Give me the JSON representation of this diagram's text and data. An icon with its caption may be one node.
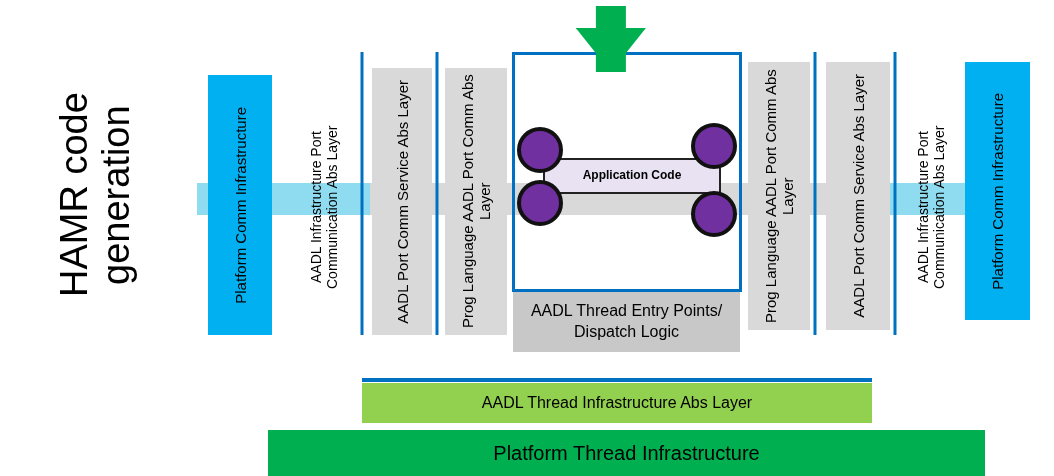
{
  "diagram": {
    "nodes": [
      {
        "text": [
          "Platform Comm Infrastructure"
        ]
      },
      {
        "text": [
          "AADL Port Comm Service Abs Layer"
        ]
      },
      {
        "text": [
          "Prog Language AADL Port Comm Abs Layer"
        ]
      },
      {
        "text": [],
        "shape": "box"
      },
      {
        "text": [
          "Application Code"
        ],
        "in": 3
      },
      {
        "text": [],
        "shape": "circle",
        "in": 3
      },
      {
        "text": [],
        "shape": "circle",
        "in": 3
      },
      {
        "text": [],
        "shape": "circle",
        "in": 3
      },
      {
        "text": [],
        "shape": "circle",
        "in": 3
      },
      {
        "text": [
          "AADL Thread Entry Points/ Dispatch Logic"
        ]
      },
      {
        "text": [
          "Prog Language AADL Port Comm Abs Layer"
        ]
      },
      {
        "text": [
          "AADL Port Comm Service Abs Layer"
        ]
      },
      {
        "text": [
          "Platform Comm Infrastructure"
        ]
      },
      {
        "text": [
          "AADL Thread Infrastructure Abs Layer"
        ]
      },
      {
        "text": [
          "Platform Thread Infrastructure"
        ]
      }
    ],
    "edges": [
      {
        "from": null,
        "to": 3,
        "arrow": "to",
        "color": "#00b050"
      }
    ],
    "labels": [
      "HAMR code generation",
      "AADL Infrastructure Port Communication Abs Layer",
      "AADL Infrastructure Port Communication Abs Layer"
    ]
  }
}
